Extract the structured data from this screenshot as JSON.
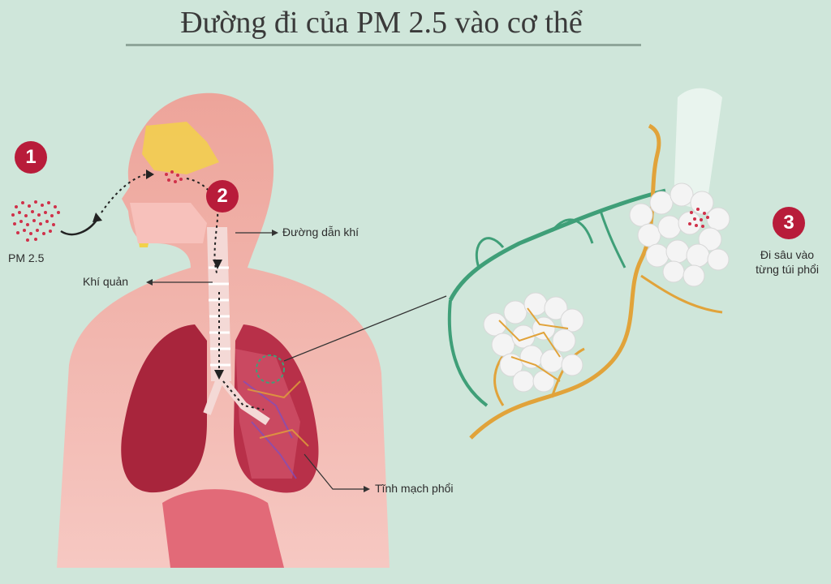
{
  "title": "Đường đi của PM 2.5 vào cơ thể",
  "steps": [
    {
      "number": "1"
    },
    {
      "number": "2"
    },
    {
      "number": "3",
      "caption_line1": "Đi sâu vào",
      "caption_line2": "từng túi phổi"
    }
  ],
  "labels": {
    "pm25": "PM 2.5",
    "airway": "Đường dẫn khí",
    "trachea": "Khí quản",
    "pulmonary_vein": "Tĩnh mạch phổi"
  },
  "colors": {
    "background": "#cfe6da",
    "badge": "#b81c3a",
    "body": "#f2a7a0",
    "lung": "#a8253c",
    "vein_green": "#3f9f78",
    "vein_orange": "#e1a33a",
    "alveoli": "#f4f4f4"
  }
}
